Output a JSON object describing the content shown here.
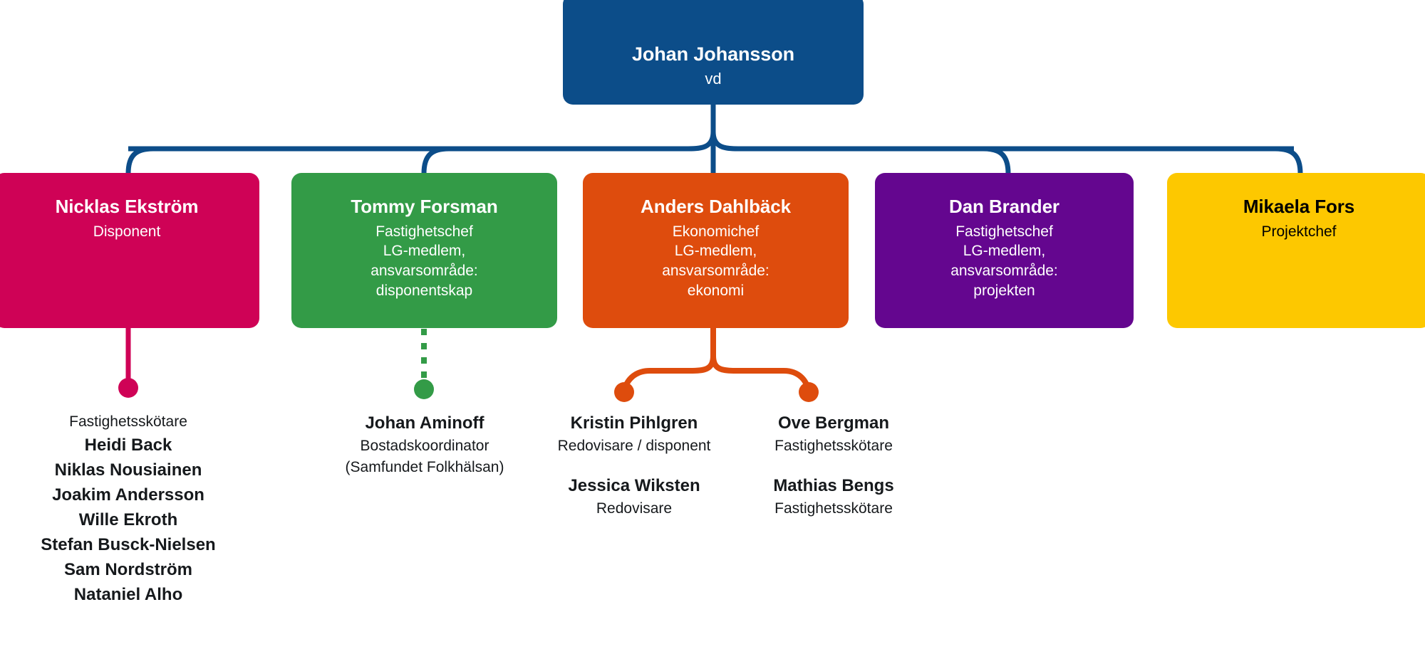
{
  "diagram": {
    "kind": "org-chart",
    "background": "#ffffff",
    "colors": {
      "root": "#0c4d89",
      "ekstrom": "#cf0256",
      "forsman": "#339b47",
      "dahlback": "#de4c0d",
      "brander": "#64068f",
      "fors": "#fdc800",
      "text_dark": "#16191c",
      "text_light": "#ffffff"
    }
  },
  "root": {
    "name": "Johan Johansson",
    "role": "vd"
  },
  "level2": [
    {
      "key": "ekstrom",
      "name": "Nicklas Ekström",
      "role": "Disponent",
      "color": "#cf0256"
    },
    {
      "key": "forsman",
      "name": "Tommy Forsman",
      "role": "Fastighetschef\nLG-medlem,\nansvarsområde:\ndisponentskap",
      "color": "#339b47"
    },
    {
      "key": "dahlback",
      "name": "Anders Dahlbäck",
      "role": "Ekonomichef\nLG-medlem,\nansvarsområde:\nekonomi",
      "color": "#de4c0d"
    },
    {
      "key": "brander",
      "name": "Dan Brander",
      "role": "Fastighetschef\nLG-medlem,\nansvarsområde:\nprojekten",
      "color": "#64068f"
    },
    {
      "key": "fors",
      "name": "Mikaela Fors",
      "role": "Projektchef",
      "color": "#fdc800"
    }
  ],
  "leaves": {
    "ekstrom": {
      "heading": "Fastighetsskötare",
      "names": [
        "Heidi Back",
        "Niklas Nousiainen",
        "Joakim Andersson",
        "Wille Ekroth",
        "Stefan Busck-Nielsen",
        "Sam Nordström",
        "Nataniel Alho"
      ]
    },
    "forsman": {
      "name": "Johan Aminoff",
      "role_line1": "Bostadskoordinator",
      "role_line2": "(Samfundet Folkhälsan)"
    },
    "pihlgren": [
      {
        "name": "Kristin Pihlgren",
        "role": "Redovisare / disponent"
      },
      {
        "name": "Jessica Wiksten",
        "role": "Redovisare"
      }
    ],
    "bergman": [
      {
        "name": "Ove Bergman",
        "role": "Fastighetsskötare"
      },
      {
        "name": "Mathias Bengs",
        "role": "Fastighetsskötare"
      }
    ]
  }
}
